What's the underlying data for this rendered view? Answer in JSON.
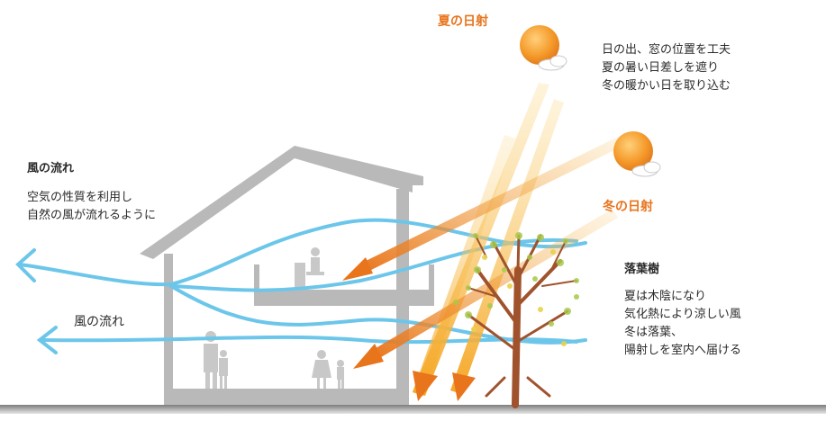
{
  "summer_sun": {
    "title": "夏の日射",
    "lines": [
      "日の出、窓の位置を工夫",
      "夏の暑い日差しを遮り",
      "冬の暖かい日を取り込む"
    ]
  },
  "winter_sun": {
    "title": "冬の日射"
  },
  "wind_top": {
    "title": "風の流れ",
    "lines": [
      "空気の性質を利用し",
      "自然の風が流れるように"
    ]
  },
  "wind_lower": {
    "label": "風の流れ"
  },
  "tree": {
    "title": "落葉樹",
    "lines": [
      "夏は木陰になり",
      "気化熱により涼しい風",
      "冬は落葉、",
      "陽射しを室内へ届ける"
    ]
  },
  "colors": {
    "sun_orange": "#f08a24",
    "arrow_orange": "#e8741c",
    "summer_ray": "#f7c25c",
    "wind_blue": "#6cc6ea",
    "house_gray": "#b9b9b9",
    "ground": "#8a8a8a",
    "trunk": "#a0522d",
    "leaf": "#a8c84a"
  }
}
